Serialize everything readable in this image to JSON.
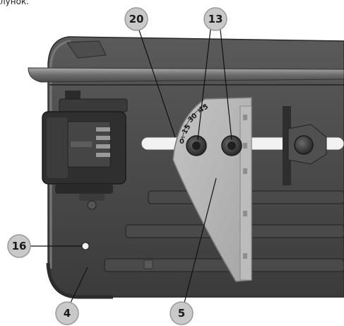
{
  "header": {
    "partial_text": "лунок."
  },
  "callouts": {
    "c20": "20",
    "c13": "13",
    "c16": "16",
    "c4": "4",
    "c5": "5"
  },
  "angle_scale": {
    "zero": "0",
    "fifteen": "15",
    "thirty": "30",
    "forty_five": "45"
  },
  "colors": {
    "callout_fill": "#c9c9c9",
    "callout_stroke": "#9a9a9a",
    "body_dark": "#3f3f3f",
    "body_mid": "#565656",
    "plate": "#b3b3b3"
  }
}
